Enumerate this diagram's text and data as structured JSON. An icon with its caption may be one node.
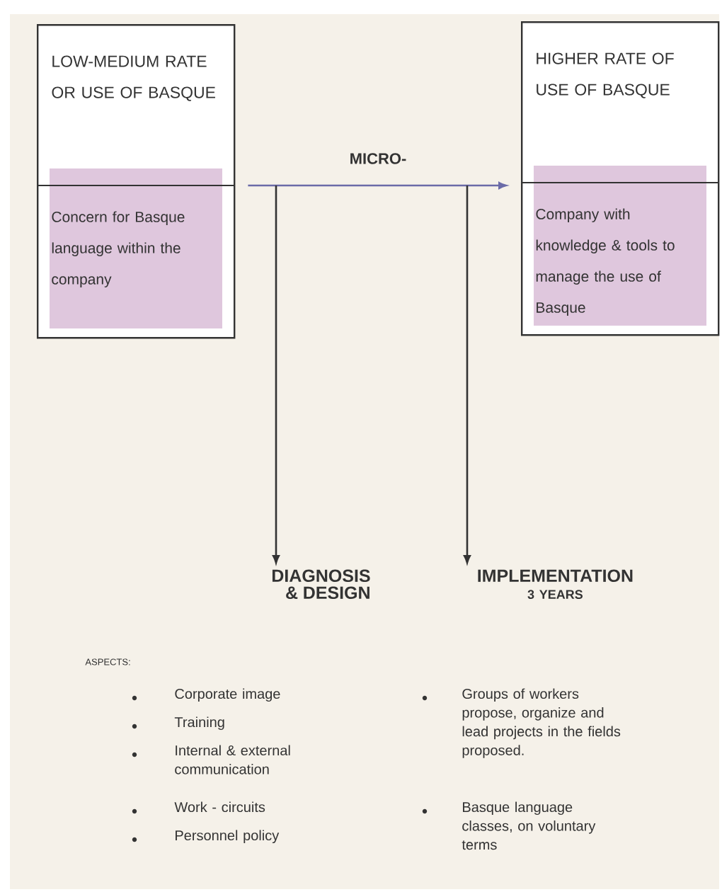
{
  "diagram": {
    "nodes": [
      {
        "text": [
          "LOW-MEDIUM RATE OR USE OF BASQUE",
          "Concern for Basque language within the company"
        ]
      },
      {
        "text": [
          "HIGHER RATE OF USE OF BASQUE",
          "Company with knowledge & tools to manage the use of Basque"
        ]
      },
      {
        "text": [
          "DIAGNOSIS & DESIGN"
        ]
      },
      {
        "text": [
          "IMPLEMENTATION",
          "3 YEARS"
        ]
      }
    ],
    "edges": [
      {
        "from": 0,
        "to": 1,
        "arrow": "to",
        "label": "MICRO-",
        "color": "#6b6ba8"
      },
      {
        "from": null,
        "to": 2,
        "arrow": "to"
      },
      {
        "from": null,
        "to": 3,
        "arrow": "to"
      }
    ],
    "labels": [
      "ASPECTS:",
      "Corporate image",
      "Training",
      "Internal & external communication",
      "Work - circuits",
      "Personnel policy",
      "Groups of workers propose, organize and lead projects in the fields proposed.",
      "Basque language classes, on voluntary terms"
    ]
  }
}
